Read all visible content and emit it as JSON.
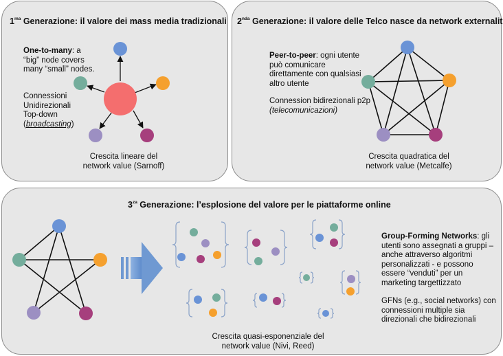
{
  "colors": {
    "panel_bg": "#e7e7e7",
    "panel_border": "#8c8c8c",
    "blue": "#6a93d6",
    "orange": "#f5a02e",
    "teal": "#74ad9c",
    "purple": "#9c8fc2",
    "magenta": "#a63f7d",
    "big_node": "#f46e6e",
    "arrow": "#6f99d2"
  },
  "panel1": {
    "title_num": "1",
    "title_sup": "ma",
    "title_rest": " Generazione: il valore dei mass media tradizionali",
    "otm_bold": "One-to-many",
    "otm_rest": ": a “big” node covers many “small” nodes.",
    "conn_line1": "Connessioni",
    "conn_line2": "Unidirezionali",
    "conn_line3": "Top-down",
    "conn_paren_open": "(",
    "conn_broadcasting": "broadcasting",
    "conn_paren_close": ")",
    "growth_line1": "Crescita lineare del",
    "growth_line2": "network value (Sarnoff)"
  },
  "panel2": {
    "title_num": "2",
    "title_sup": "nda",
    "title_rest": " Generazione: il valore delle Telco nasce da network externalities",
    "p2p_bold": "Peer-to-peer",
    "p2p_rest": ": ogni utente può comunicare direttamente con qualsiasi altro utente",
    "conn_line1": "Connession bidirezionali p2p",
    "conn_line2": "(telecomunicazioni)",
    "growth_line1": "Crescita quadratica del",
    "growth_line2": "network value (Metcalfe)"
  },
  "panel3": {
    "title_num": "3",
    "title_sup": "za",
    "title_rest": " Generazione: l’esplosione del valore per le piattaforme online",
    "gfn_bold": "Group-Forming Networks",
    "gfn_rest": ": gli utenti sono assegnati a gruppi – anche attraverso algoritmi personalizzati - e possono essere “venduti” per un marketing targettizzato",
    "gfn2": "GFNs (e.g., social networks) con connessioni multiple sia direzionali che bidirezionali",
    "growth_line1": "Crescita quasi-esponenziale del",
    "growth_line2": "network value (Nivi, Reed)"
  }
}
